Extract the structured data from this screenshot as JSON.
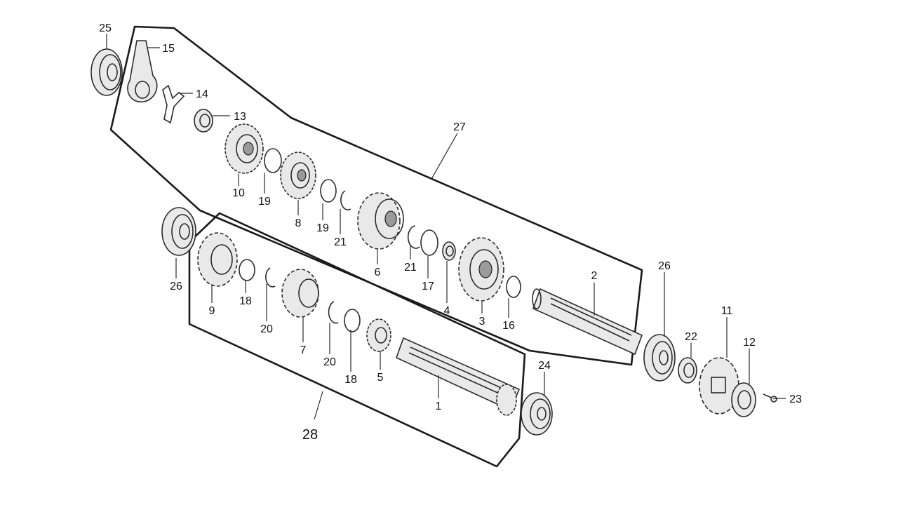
{
  "diagram": {
    "labels": {
      "p1": "1",
      "p2": "2",
      "p3": "3",
      "p4": "4",
      "p5": "5",
      "p6": "6",
      "p7": "7",
      "p8": "8",
      "p9": "9",
      "p10": "10",
      "p11": "11",
      "p12": "12",
      "p13": "13",
      "p14": "14",
      "p15": "15",
      "p16": "16",
      "p17": "17",
      "p18a": "18",
      "p18b": "18",
      "p19a": "19",
      "p19b": "19",
      "p20a": "20",
      "p20b": "20",
      "p21a": "21",
      "p21b": "21",
      "p22": "22",
      "p23": "23",
      "p24": "24",
      "p25": "25",
      "p26a": "26",
      "p26b": "26",
      "p27": "27",
      "p28": "28"
    }
  }
}
